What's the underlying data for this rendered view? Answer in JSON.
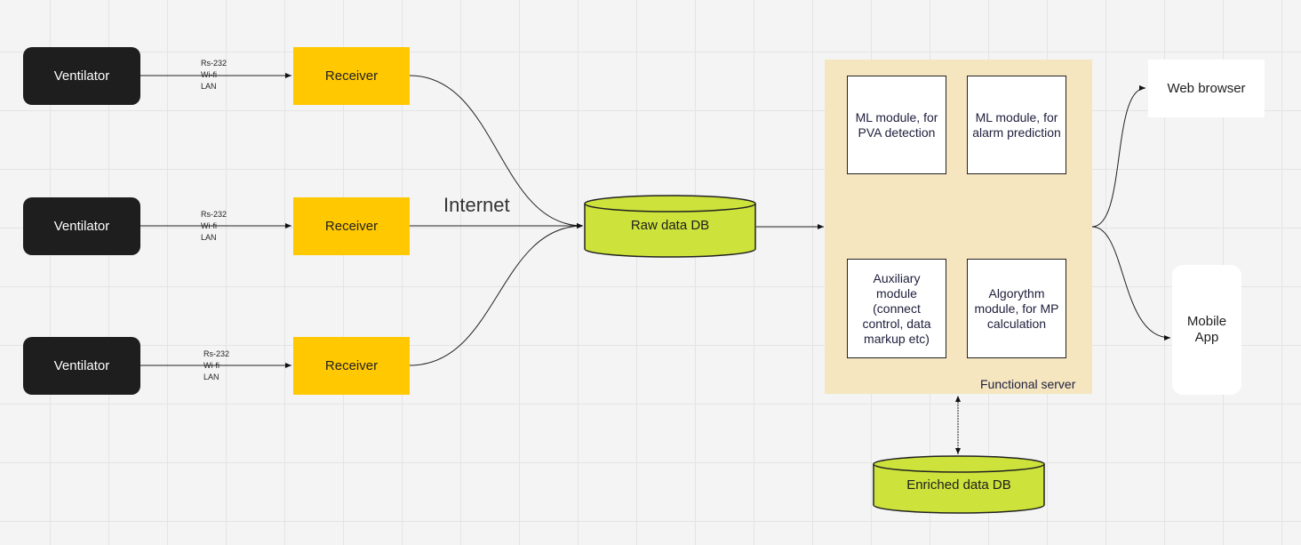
{
  "ventilators": [
    {
      "label": "Ventilator"
    },
    {
      "label": "Ventilator"
    },
    {
      "label": "Ventilator"
    }
  ],
  "connections": [
    {
      "lines": [
        "Rs-232",
        "Wi-fi",
        "LAN"
      ]
    },
    {
      "lines": [
        "Rs-232",
        "Wi-fi",
        "LAN"
      ]
    },
    {
      "lines": [
        "Rs-232",
        "Wi-fi",
        "LAN"
      ]
    }
  ],
  "receivers": [
    {
      "label": "Receiver"
    },
    {
      "label": "Receiver"
    },
    {
      "label": "Receiver"
    }
  ],
  "internet_label": "Internet",
  "raw_db": {
    "label": "Raw data DB",
    "color": "#cde23a"
  },
  "server": {
    "label": "Functional server",
    "color": "#f5e6bf",
    "modules": [
      {
        "label": "ML module, for PVA detection"
      },
      {
        "label": "ML module, for alarm prediction"
      },
      {
        "label": "Auxiliary module (connect control, data markup etc)"
      },
      {
        "label": "Algorythm module, for MP calculation"
      }
    ]
  },
  "enriched_db": {
    "label": "Enriched data DB",
    "color": "#cde23a"
  },
  "web_browser": {
    "label": "Web browser"
  },
  "mobile_app": {
    "label": "Mobile App"
  },
  "colors": {
    "ventilator": "#1e1e1e",
    "receiver": "#ffc800",
    "database": "#cde23a",
    "server": "#f5e6bf"
  }
}
